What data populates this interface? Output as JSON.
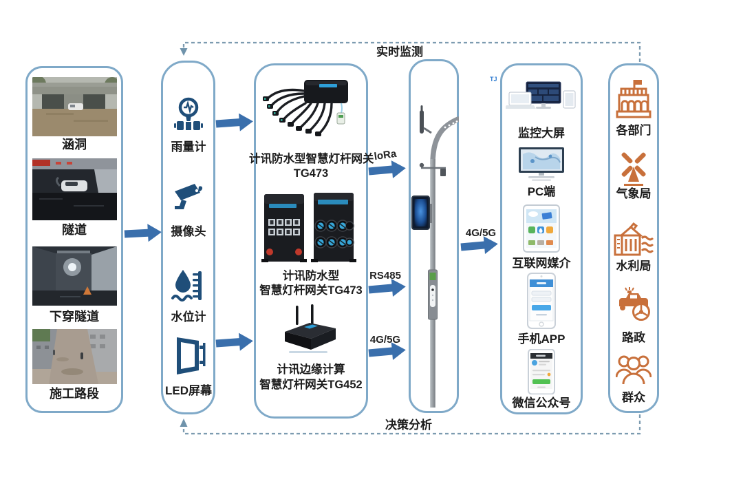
{
  "flow": {
    "top_label": "实时监测",
    "bottom_label": "决策分析"
  },
  "scenes": {
    "items": [
      {
        "label": "涵洞"
      },
      {
        "label": "隧道"
      },
      {
        "label": "下穿隧道"
      },
      {
        "label": "施工路段"
      }
    ]
  },
  "sensors": {
    "items": [
      {
        "label": "雨量计"
      },
      {
        "label": "摄像头"
      },
      {
        "label": "水位计"
      },
      {
        "label": "LED屏幕"
      }
    ]
  },
  "gateways": {
    "items": [
      {
        "line1": "计讯防水型智慧灯杆网关",
        "line2": "TG473"
      },
      {
        "line1": "计讯防水型",
        "line2": "智慧灯杆网关TG473"
      },
      {
        "line1": "计讯边缘计算",
        "line2": "智慧灯杆网关TG452"
      }
    ]
  },
  "links": {
    "lora": "loRa",
    "rs485": "RS485",
    "cell_left": "4G/5G",
    "cell_right": "4G/5G"
  },
  "platforms": {
    "logo": "TJ",
    "items": [
      {
        "label": "监控大屏"
      },
      {
        "label": "PC端"
      },
      {
        "label": "互联网媒介"
      },
      {
        "label": "手机APP"
      },
      {
        "label": "微信公众号"
      }
    ]
  },
  "stakeholders": {
    "items": [
      {
        "label": "各部门"
      },
      {
        "label": "气象局"
      },
      {
        "label": "水利局"
      },
      {
        "label": "路政"
      },
      {
        "label": "群众"
      }
    ]
  },
  "colors": {
    "border": "#7FA9C8",
    "arrow": "#3A6FAC",
    "dashed": "#7C9BB0",
    "sensor_icon": "#1F4E79",
    "stakeholder_icon": "#C8703B"
  }
}
